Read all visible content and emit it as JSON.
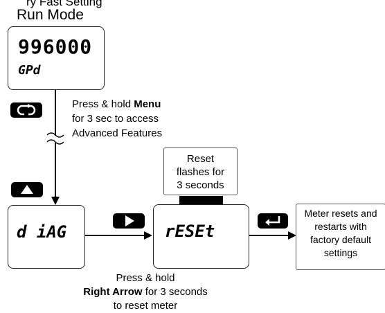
{
  "header_fragment": "ry Fast Setting",
  "run_mode_title": "Run Mode",
  "display_run": {
    "line1": "996000",
    "line2": "GPd"
  },
  "menu_instruction": {
    "pre": "Press & hold ",
    "bold": "Menu",
    "line2": "for 3 sec to access",
    "line3": "Advanced Features"
  },
  "display_diag": "d iAG",
  "display_reset": "rESEt",
  "reset_flash_note": [
    "Reset",
    "flashes for",
    "3 seconds"
  ],
  "result_note": [
    "Meter resets and",
    "restarts with",
    "factory default",
    "settings"
  ],
  "right_arrow_instruction": {
    "line1": "Press & hold",
    "bold": "Right Arrow",
    "post": " for 3 seconds",
    "line3": "to reset meter"
  },
  "icons": {
    "menu_button": "loop-arrow-icon",
    "up_button": "up-triangle-icon",
    "right_button": "right-triangle-icon",
    "enter_button": "enter-return-icon",
    "line_break": "wavy-break-icon"
  }
}
